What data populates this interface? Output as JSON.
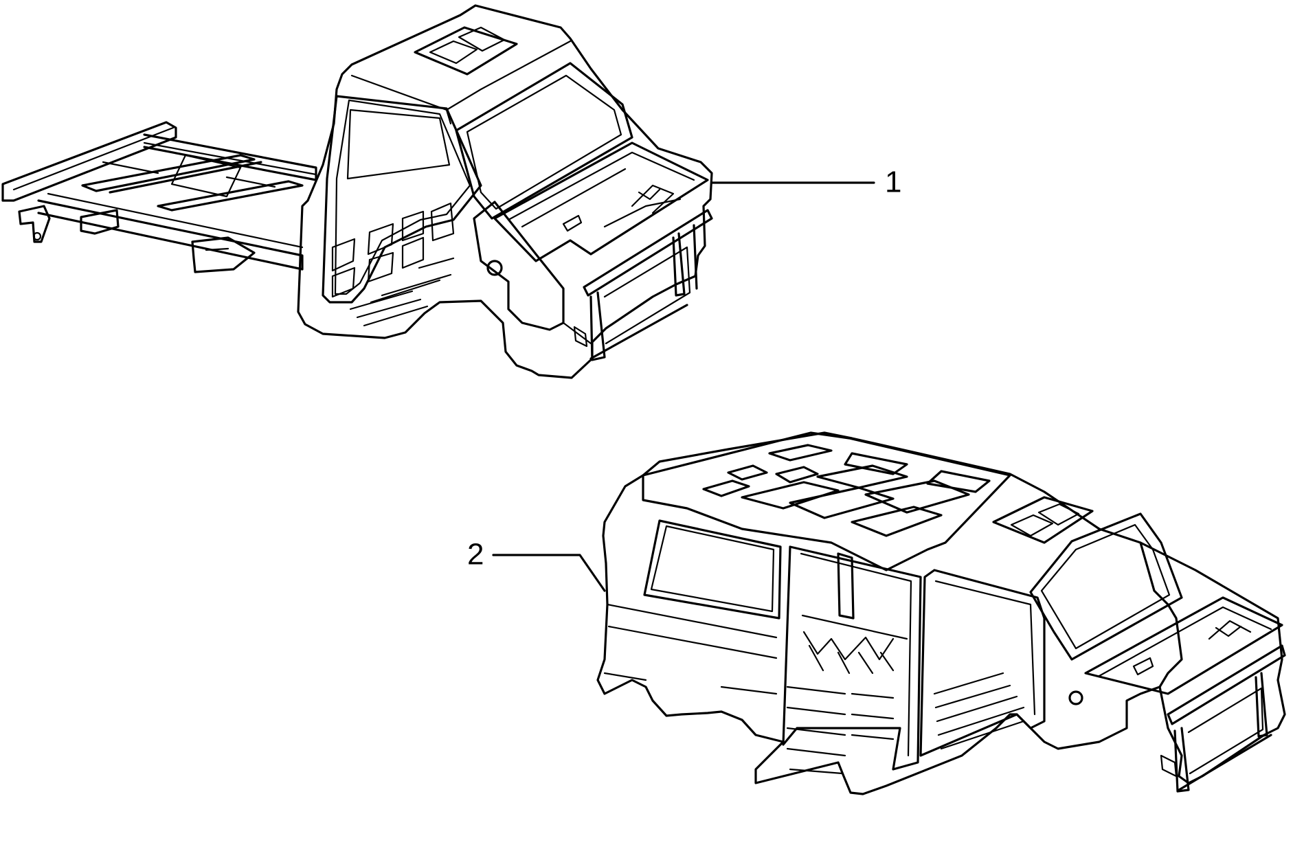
{
  "callouts": [
    {
      "number": "1",
      "part": "cab-with-chassis"
    },
    {
      "number": "2",
      "part": "van-body-shell"
    }
  ],
  "colors": {
    "line": "#000000",
    "background": "#ffffff"
  }
}
